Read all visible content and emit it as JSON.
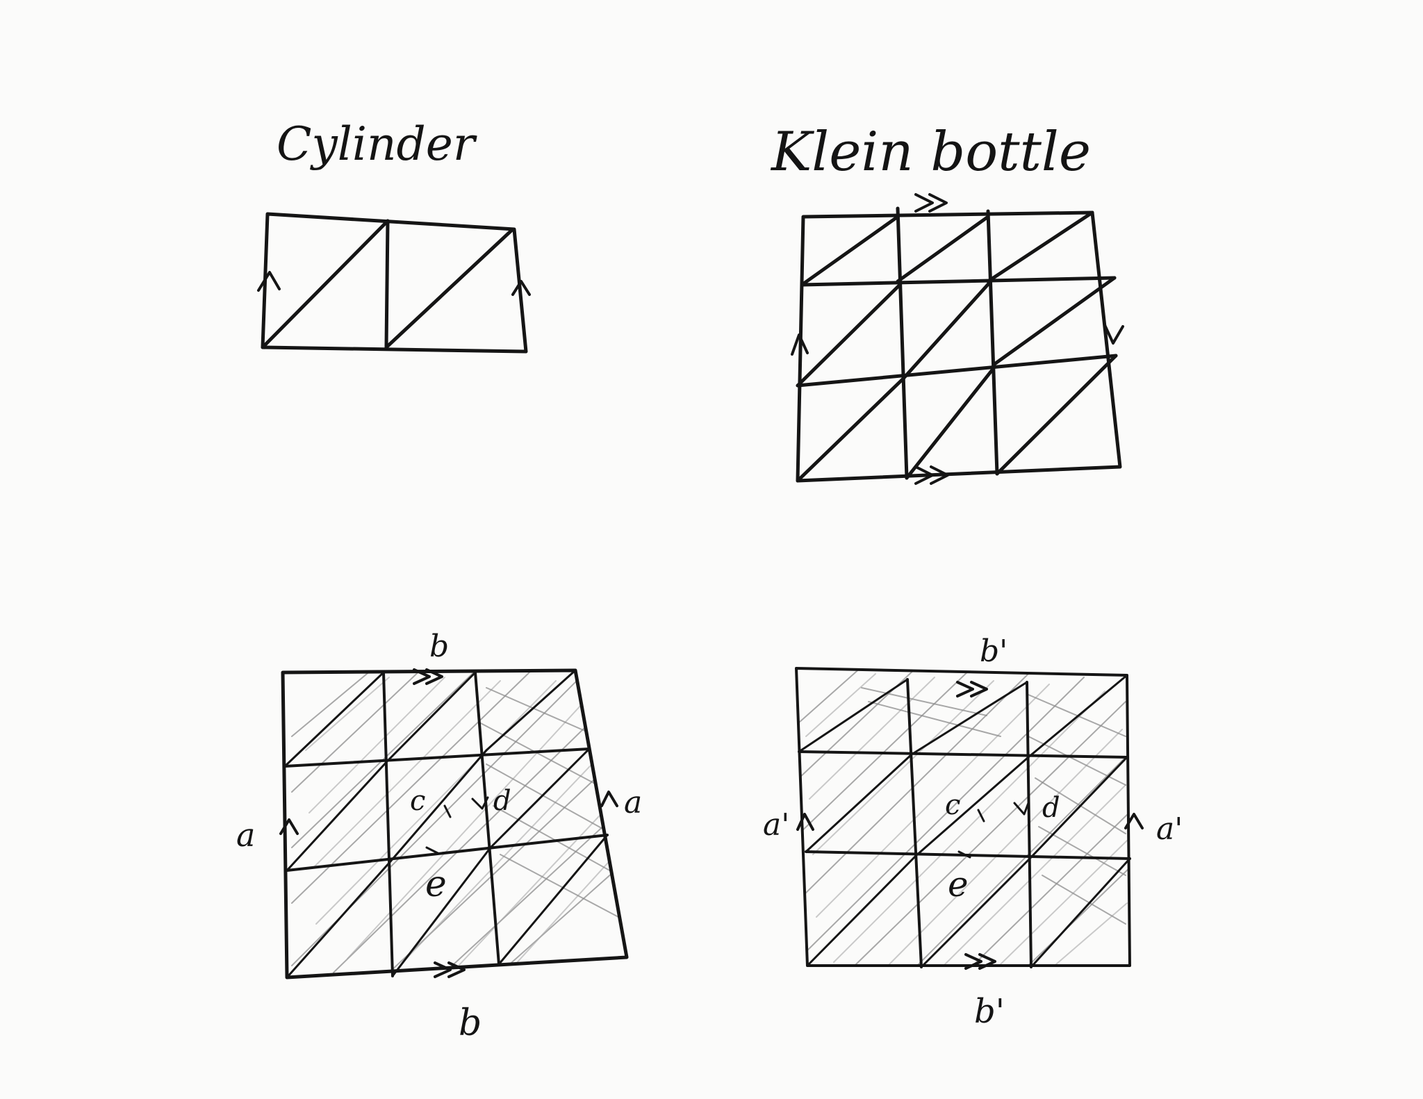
{
  "titles": {
    "cylinder": "Cylinder",
    "klein": "Klein bottle"
  },
  "labels": {
    "left_square": {
      "top": "b",
      "bottom": "b",
      "left": "a",
      "right": "a",
      "c": "c",
      "d": "d",
      "e": "e"
    },
    "right_square": {
      "top": "b'",
      "bottom": "b'",
      "left": "a'",
      "right": "a'",
      "c": "c",
      "d": "d",
      "e": "e"
    }
  },
  "colors": {
    "ink": "#151515",
    "paper": "#fbfbfa",
    "pencil": "#8c8c8c"
  }
}
